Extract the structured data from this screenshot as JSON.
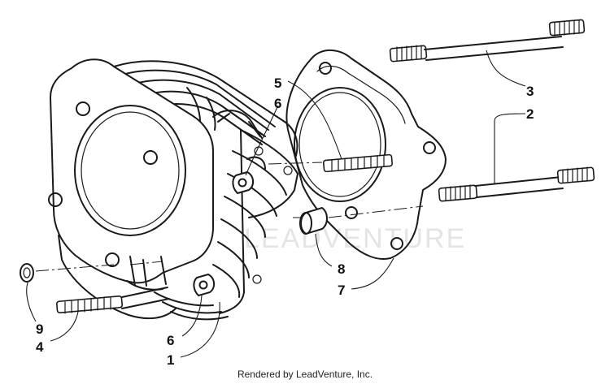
{
  "diagram": {
    "callouts": {
      "c1": "1",
      "c2": "2",
      "c3": "3",
      "c4": "4",
      "c5": "5",
      "c6a": "6",
      "c6b": "6",
      "c7": "7",
      "c8": "8",
      "c9": "9"
    },
    "watermark": "LEADVENTURE"
  },
  "footer": {
    "credit": "Rendered by LeadVenture, Inc."
  }
}
